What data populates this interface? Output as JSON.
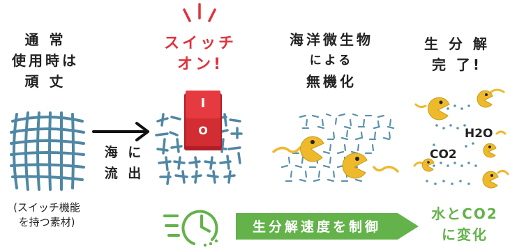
{
  "step1": {
    "lines": [
      "通 常",
      "使用時は",
      "頑 丈"
    ]
  },
  "step2": {
    "lines": [
      "スイッチ",
      "オン!"
    ]
  },
  "step3": {
    "lines": [
      "海洋微生物",
      "による",
      "無機化"
    ]
  },
  "step4": {
    "lines": [
      "生 分 解",
      "完 了!"
    ]
  },
  "caption": {
    "lines": [
      "(スイッチ機能",
      "を持つ素材)"
    ]
  },
  "flow_label": {
    "lines": [
      "海 に",
      "流 出"
    ]
  },
  "switch": {
    "on_mark": "I",
    "off_mark": "O"
  },
  "molecules": {
    "water": "H2O",
    "co2": "CO2"
  },
  "speed_banner": {
    "label": "生分解速度を制御"
  },
  "result": {
    "lines": [
      "水とCO2",
      "に変化"
    ]
  },
  "colors": {
    "accent_red": "#e0323c",
    "accent_green": "#63b24a",
    "mesh_blue": "#4f87a4",
    "microbe_yellow": "#eeba2c"
  }
}
